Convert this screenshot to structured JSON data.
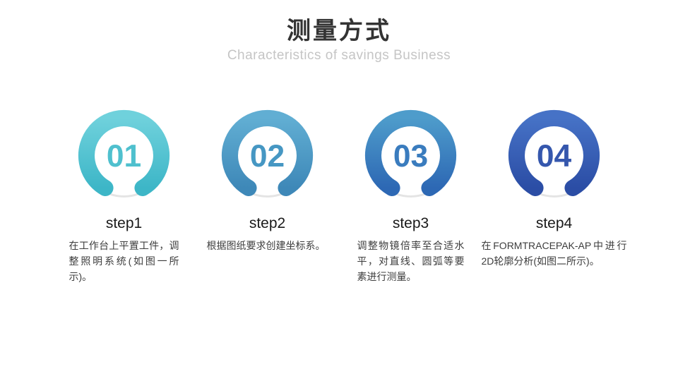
{
  "slide": {
    "title": "测量方式",
    "subtitle": "Characteristics of savings Business"
  },
  "colors": {
    "track": "#e4e4e4",
    "title": "#333333",
    "subtitle": "#c5c5c5",
    "body_text": "#3d3d3d"
  },
  "steps": [
    {
      "number": "01",
      "label": "step1",
      "description": "在工作台上平置工件，调整照明系统(如图一所示)。",
      "ring_top": "#6fd1dc",
      "ring_bottom": "#3db6c7",
      "number_color": "#4fc0ce"
    },
    {
      "number": "02",
      "label": "step2",
      "description": "根据图纸要求创建坐标系。",
      "ring_top": "#61aed3",
      "ring_bottom": "#3e88b8",
      "number_color": "#4697c3"
    },
    {
      "number": "03",
      "label": "step3",
      "description": "调整物镜倍率至合适水平，对直线、圆弧等要素进行测量。",
      "ring_top": "#4e9ccb",
      "ring_bottom": "#2d68b4",
      "number_color": "#3a7cbe"
    },
    {
      "number": "04",
      "label": "step4",
      "description": "在FORMTRACEPAK-AP中进行2D轮廓分析(如图二所示)。",
      "ring_top": "#4672c6",
      "ring_bottom": "#2b4da5",
      "number_color": "#3557ad"
    }
  ]
}
